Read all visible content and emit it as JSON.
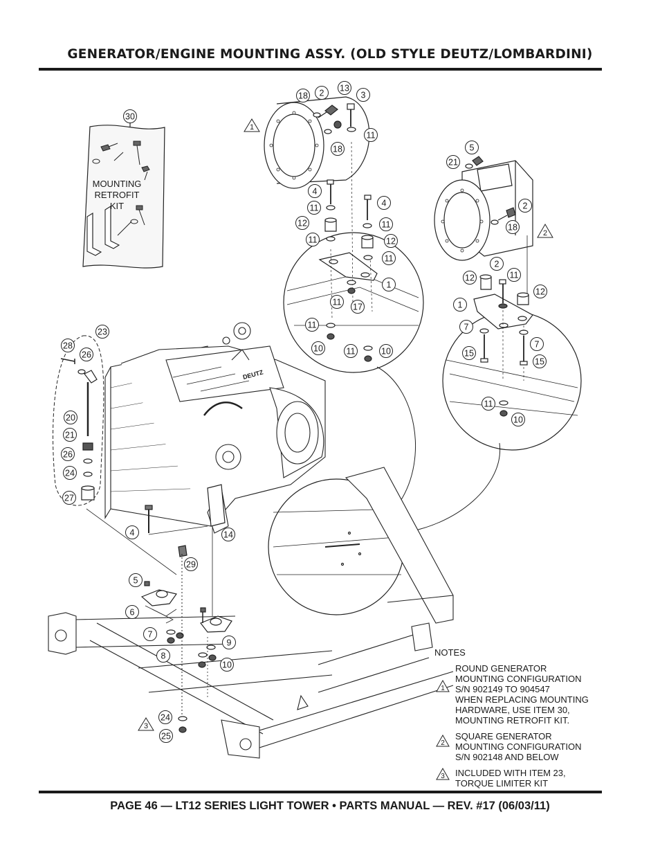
{
  "title": "GENERATOR/ENGINE MOUNTING ASSY. (OLD STYLE DEUTZ/LOMBARDINI)",
  "footer": "PAGE 46 — LT12 SERIES LIGHT TOWER • PARTS MANUAL — REV. #17 (06/03/11)",
  "kit_label": [
    "MOUNTING",
    "RETROFIT",
    "KIT"
  ],
  "engine_badge": "DEUTZ",
  "notes": {
    "heading": "NOTES",
    "items": [
      {
        "num": "1",
        "text": "ROUND GENERATOR\nMOUNTING CONFIGURATION\nS/N 902149 TO 904547\nWHEN REPLACING MOUNTING\nHARDWARE, USE ITEM 30,\nMOUNTING RETROFIT KIT."
      },
      {
        "num": "2",
        "text": "SQUARE GENERATOR\nMOUNTING CONFIGURATION\nS/N 902148 AND BELOW"
      },
      {
        "num": "3",
        "text": "INCLUDED WITH ITEM 23,\nTORQUE LIMITER KIT"
      }
    ]
  },
  "callouts": [
    "30",
    "18",
    "2",
    "13",
    "3",
    "11",
    "18",
    "21",
    "5",
    "2",
    "18",
    "4",
    "11",
    "12",
    "11",
    "4",
    "11",
    "12",
    "11",
    "1",
    "11",
    "17",
    "11",
    "10",
    "11",
    "10",
    "12",
    "2",
    "11",
    "12",
    "1",
    "7",
    "15",
    "7",
    "15",
    "11",
    "10",
    "23",
    "28",
    "26",
    "20",
    "21",
    "26",
    "24",
    "27",
    "4",
    "14",
    "29",
    "5",
    "6",
    "7",
    "8",
    "9",
    "10",
    "24",
    "25"
  ],
  "note_markers": [
    "1",
    "2",
    "3"
  ]
}
